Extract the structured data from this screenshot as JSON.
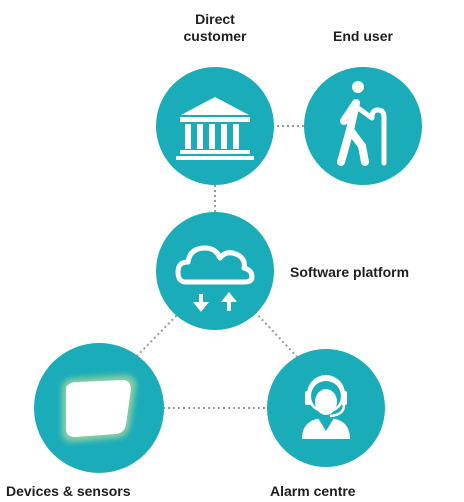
{
  "colors": {
    "node_fill": "#1AACB9",
    "icon": "#ffffff",
    "connector": "#9a9a9a",
    "text": "#1f1f1f"
  },
  "nodes": {
    "direct_customer": {
      "label_line1": "Direct",
      "label_line2": "customer",
      "icon": "bank-icon"
    },
    "end_user": {
      "label": "End user",
      "icon": "walking-cane-icon"
    },
    "software_platform": {
      "label": "Software platform",
      "icon": "cloud-sync-icon"
    },
    "devices_sensors": {
      "label": "Devices & sensors",
      "icon": "device-tile-icon"
    },
    "alarm_centre": {
      "label": "Alarm centre",
      "icon": "headset-operator-icon"
    }
  }
}
